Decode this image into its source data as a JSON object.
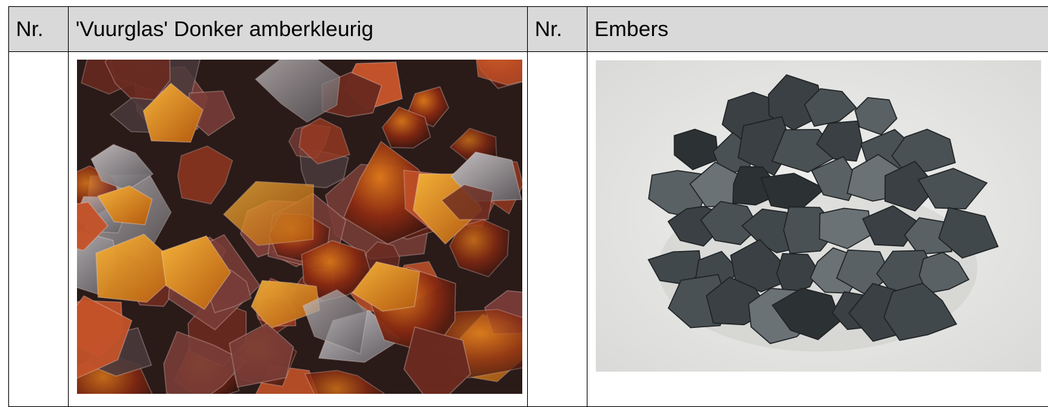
{
  "table": {
    "headers": [
      {
        "number_label": "Nr.",
        "title": "'Vuurglas' Donker amberkleurig"
      },
      {
        "number_label": "Nr.",
        "title": "Embers"
      }
    ]
  },
  "photos": {
    "left": {
      "subject": "amber-glass-photo"
    },
    "right": {
      "subject": "embers-photo"
    }
  }
}
